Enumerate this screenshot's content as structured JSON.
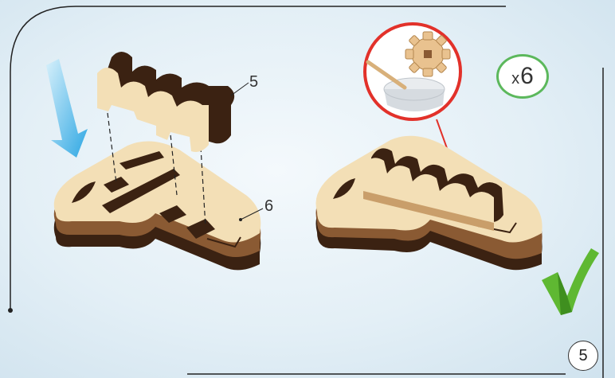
{
  "step": {
    "page_number": "5",
    "quantity_prefix": "x",
    "quantity_value": "6",
    "left_part_labels": {
      "comb_part": "5",
      "base_part": "6"
    }
  },
  "icons": {
    "arrow": "down-arrow-icon",
    "check": "checkmark-icon",
    "glue": "glue-dish-icon"
  },
  "colors": {
    "arrow": "#3fb1e8",
    "check": "#5fb832",
    "glue_ring": "#e2312a",
    "quantity_ring": "#5cb85c",
    "wood_light": "#f0ddb3",
    "wood_dark": "#4a2b17"
  }
}
